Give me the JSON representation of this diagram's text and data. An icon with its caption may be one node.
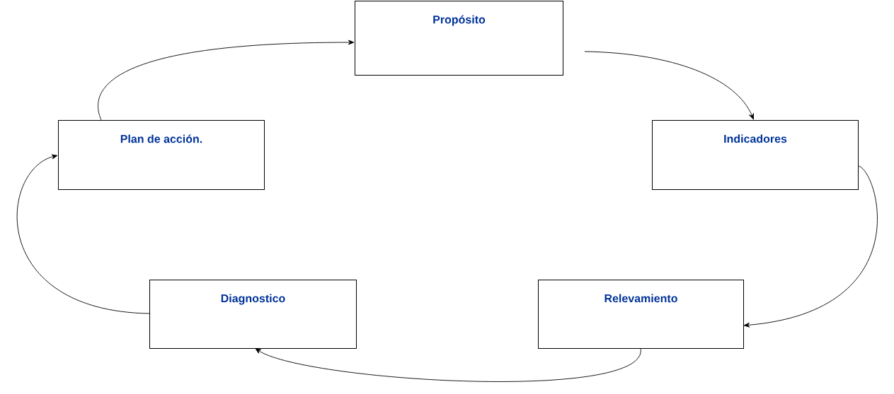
{
  "diagram": {
    "nodes": [
      {
        "text": [
          "Propósito"
        ]
      },
      {
        "text": [
          "Indicadores"
        ]
      },
      {
        "text": [
          "Relevamiento"
        ]
      },
      {
        "text": [
          "Diagnostico"
        ]
      },
      {
        "text": [
          "Plan de acción."
        ]
      }
    ],
    "edges": [
      {
        "from": 0,
        "to": 1,
        "arrow": "to"
      },
      {
        "from": 1,
        "to": 2,
        "arrow": "to"
      },
      {
        "from": 2,
        "to": 3,
        "arrow": "to"
      },
      {
        "from": 3,
        "to": 4,
        "arrow": "to"
      },
      {
        "from": 4,
        "to": 0,
        "arrow": "to"
      }
    ]
  }
}
